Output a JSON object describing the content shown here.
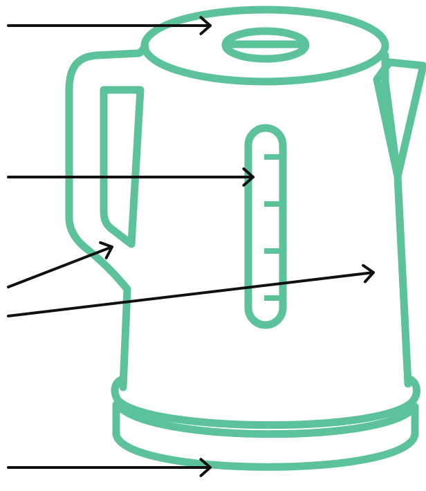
{
  "diagram": {
    "subject": "kettle",
    "colors": {
      "outline": "#5bc29a",
      "pointer": "#111111",
      "background": "#ffffff"
    },
    "pointers": [
      {
        "name": "lid-pointer",
        "targets": "lid"
      },
      {
        "name": "water-gauge-pointer",
        "targets": "water-level-window"
      },
      {
        "name": "handle-pointer",
        "targets": "handle"
      },
      {
        "name": "body-pointer",
        "targets": "kettle-body"
      },
      {
        "name": "base-pointer",
        "targets": "power-base"
      }
    ]
  }
}
